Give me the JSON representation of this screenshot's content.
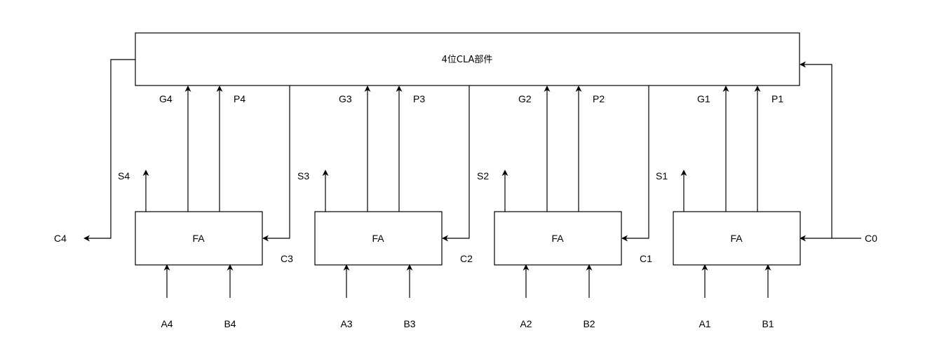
{
  "cla_unit": {
    "label": "4位CLA部件"
  },
  "stages": [
    {
      "fa_label": "FA",
      "s": "S4",
      "g": "G4",
      "p": "P4",
      "a": "A4",
      "b": "B4",
      "carry_in": "C3"
    },
    {
      "fa_label": "FA",
      "s": "S3",
      "g": "G3",
      "p": "P3",
      "a": "A3",
      "b": "B3",
      "carry_in": "C2"
    },
    {
      "fa_label": "FA",
      "s": "S2",
      "g": "G2",
      "p": "P2",
      "a": "A2",
      "b": "B2",
      "carry_in": "C1"
    },
    {
      "fa_label": "FA",
      "s": "S1",
      "g": "G1",
      "p": "P1",
      "a": "A1",
      "b": "B1",
      "carry_in": "C0"
    }
  ],
  "carry_out": "C4",
  "colors": {
    "stroke": "#000000",
    "background": "#ffffff"
  }
}
